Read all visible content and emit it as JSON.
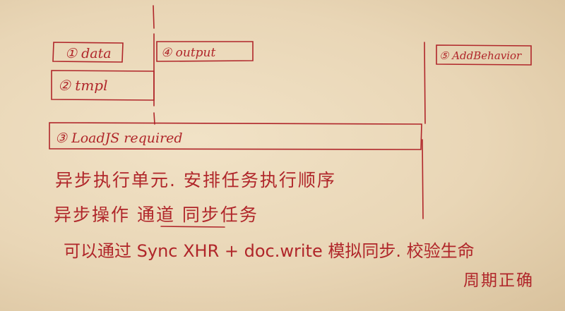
{
  "boxes": {
    "data": "① data",
    "tmpl": "② tmpl",
    "output": "④ output",
    "add_behavior": "⑤ AddBehavior",
    "load_js": "③ LoadJS required"
  },
  "notes": {
    "line1": "异步执行单元. 安排任务执行顺序",
    "line2": "异步操作 通道 同步任务",
    "line3": "可以通过 Sync XHR + doc.write 模拟同步. 校验生命",
    "line4": "周期正确"
  },
  "colors": {
    "ink": "#b0262a",
    "paper": "#e9d7b9"
  }
}
